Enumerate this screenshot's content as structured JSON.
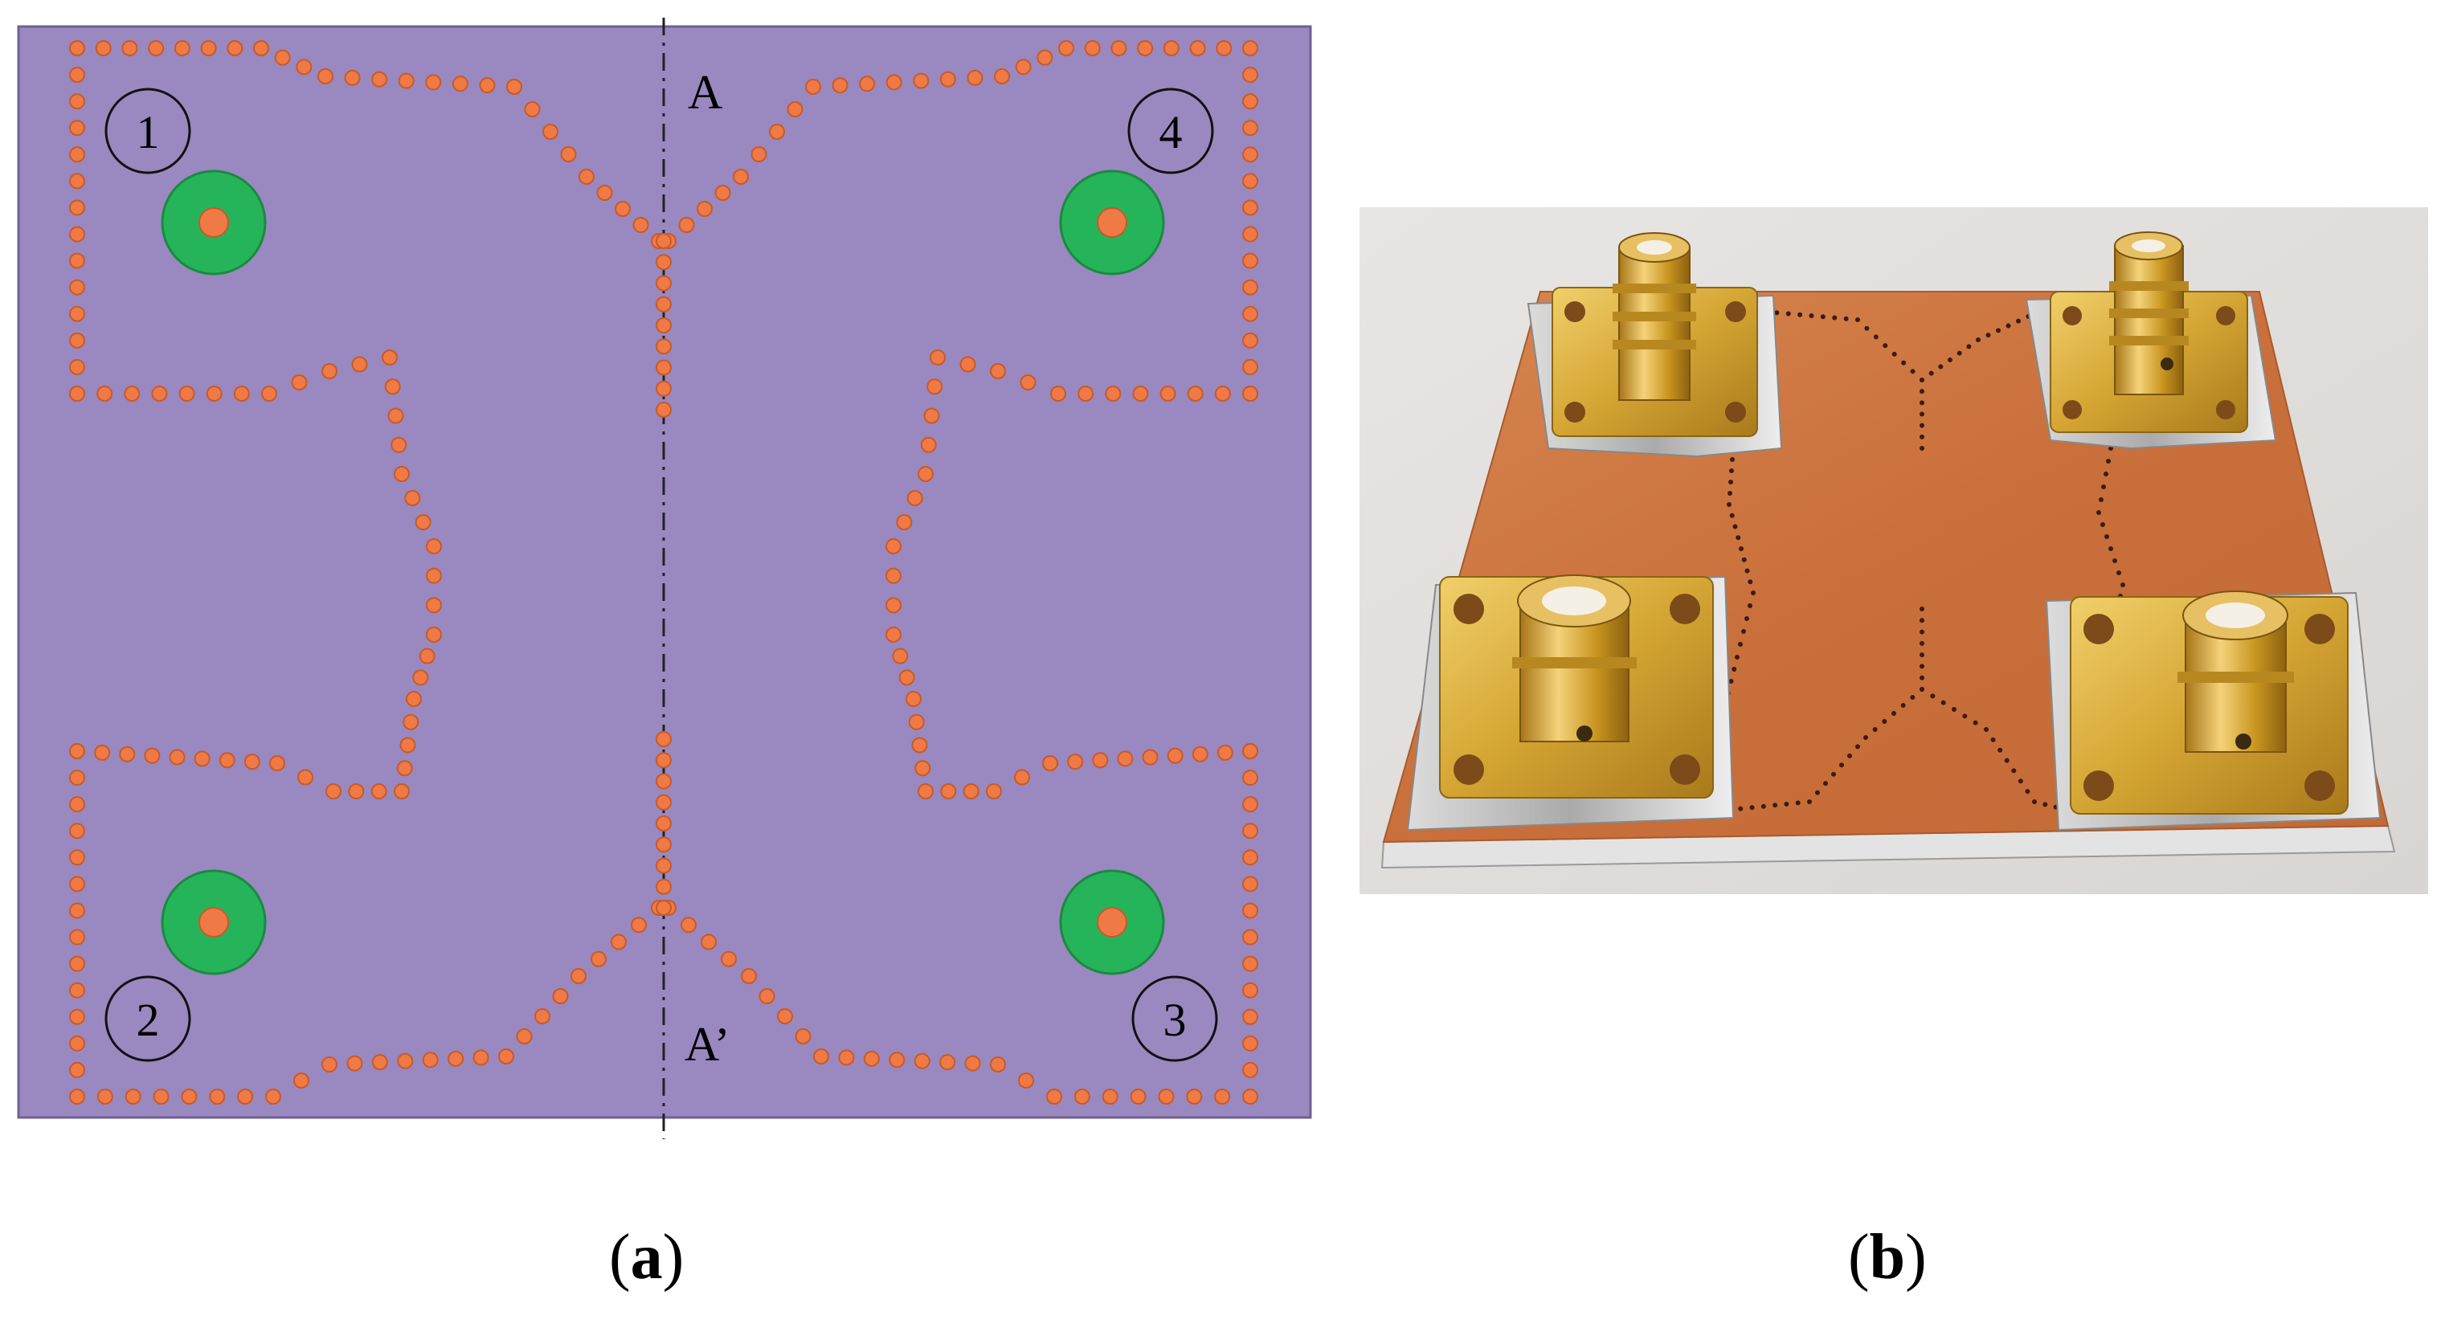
{
  "panel_a": {
    "port_labels": [
      "1",
      "2",
      "3",
      "4"
    ],
    "axis_label_top": "A",
    "axis_label_bottom": "A’",
    "substrate_color": "#9a88c0",
    "via_color": "#f07a45",
    "connector_color": "#26b45a"
  },
  "panel_b": {
    "board_color": "#c96f3b",
    "connector_color": "#d4a533",
    "background_color": "#e4e2e0"
  },
  "captions": {
    "a": {
      "open": "(",
      "letter": "a",
      "close": ")"
    },
    "b": {
      "open": "(",
      "letter": "b",
      "close": ")"
    }
  }
}
